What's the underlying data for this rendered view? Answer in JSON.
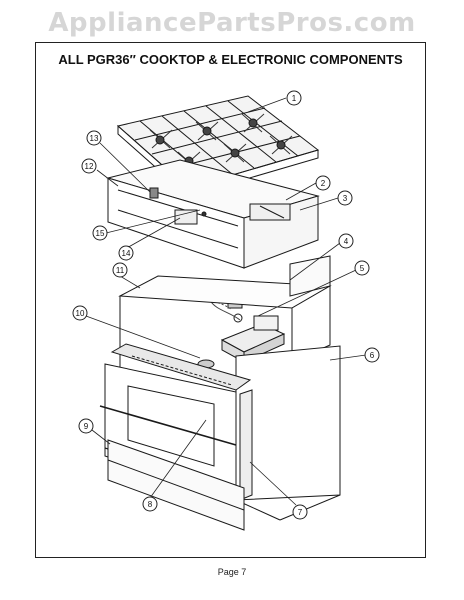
{
  "watermark": "AppliancePartsPros.com",
  "title": "ALL PGR36″ COOKTOP & ELECTRONIC COMPONENTS",
  "page": "Page 7",
  "callouts": [
    {
      "id": "callout-1",
      "label": "1"
    },
    {
      "id": "callout-2",
      "label": "2"
    },
    {
      "id": "callout-3",
      "label": "3"
    },
    {
      "id": "callout-4",
      "label": "4"
    },
    {
      "id": "callout-5",
      "label": "5"
    },
    {
      "id": "callout-6",
      "label": "6"
    },
    {
      "id": "callout-7",
      "label": "7"
    },
    {
      "id": "callout-8",
      "label": "8"
    },
    {
      "id": "callout-9",
      "label": "9"
    },
    {
      "id": "callout-10",
      "label": "10"
    },
    {
      "id": "callout-11",
      "label": "11"
    },
    {
      "id": "callout-12",
      "label": "12"
    },
    {
      "id": "callout-13",
      "label": "13"
    },
    {
      "id": "callout-14",
      "label": "14"
    },
    {
      "id": "callout-15",
      "label": "15"
    }
  ]
}
